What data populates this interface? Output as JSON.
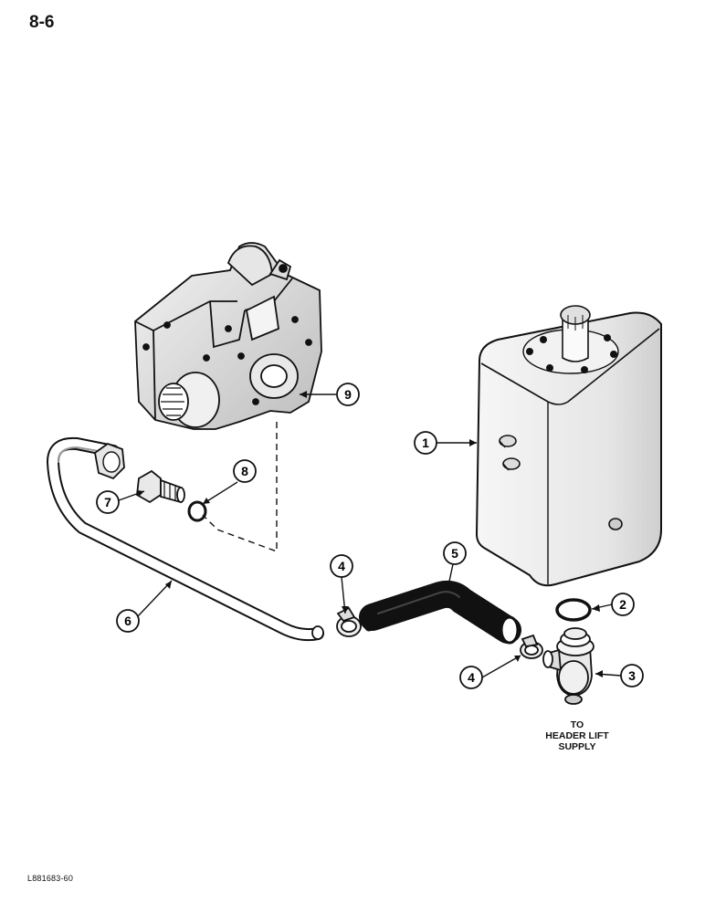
{
  "page_number": "8-6",
  "document_code": "L881683-60",
  "destination_label": [
    "TO",
    "HEADER LIFT",
    "SUPPLY"
  ],
  "callouts": [
    {
      "number": "1",
      "part": "reservoir"
    },
    {
      "number": "2",
      "part": "o-ring"
    },
    {
      "number": "3",
      "part": "elbow-fitting"
    },
    {
      "number": "4",
      "part": "hose-clamp"
    },
    {
      "number": "4",
      "part": "hose-clamp"
    },
    {
      "number": "5",
      "part": "hose"
    },
    {
      "number": "6",
      "part": "tube"
    },
    {
      "number": "7",
      "part": "connector-fitting"
    },
    {
      "number": "8",
      "part": "o-ring"
    },
    {
      "number": "9",
      "part": "hydraulic-pump"
    }
  ],
  "colors": {
    "ink": "#111111",
    "paper": "#ffffff",
    "hose": "#1a1a1a"
  }
}
